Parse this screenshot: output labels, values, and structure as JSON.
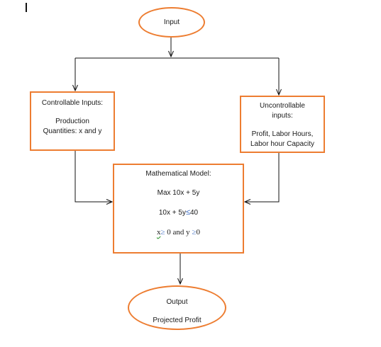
{
  "diagram": {
    "input": {
      "label": "Input"
    },
    "controllable": {
      "title": "Controllable Inputs:",
      "line1": "Production",
      "line2": "Quantities: x and y"
    },
    "uncontrollable": {
      "title1": "Uncontrollable",
      "title2": "inputs:",
      "line1": "Profit, Labor Hours,",
      "line2": "Labor hour Capacity"
    },
    "model": {
      "title": "Mathematical Model:",
      "objective": "Max 10x + 5y",
      "constraint_lhs": "10x + 5y",
      "constraint_symbol": "≤",
      "constraint_rhs": "40",
      "nonneg_x": "x",
      "nonneg_symbol1": "≥",
      "nonneg_mid": "0 and y",
      "nonneg_symbol2": "≥",
      "nonneg_end": "0"
    },
    "output": {
      "title": "Output",
      "line1": "Projected Profit"
    }
  },
  "colors": {
    "node_border": "#ED7D31",
    "connector": "#111111",
    "symbol": "#4472C4"
  }
}
